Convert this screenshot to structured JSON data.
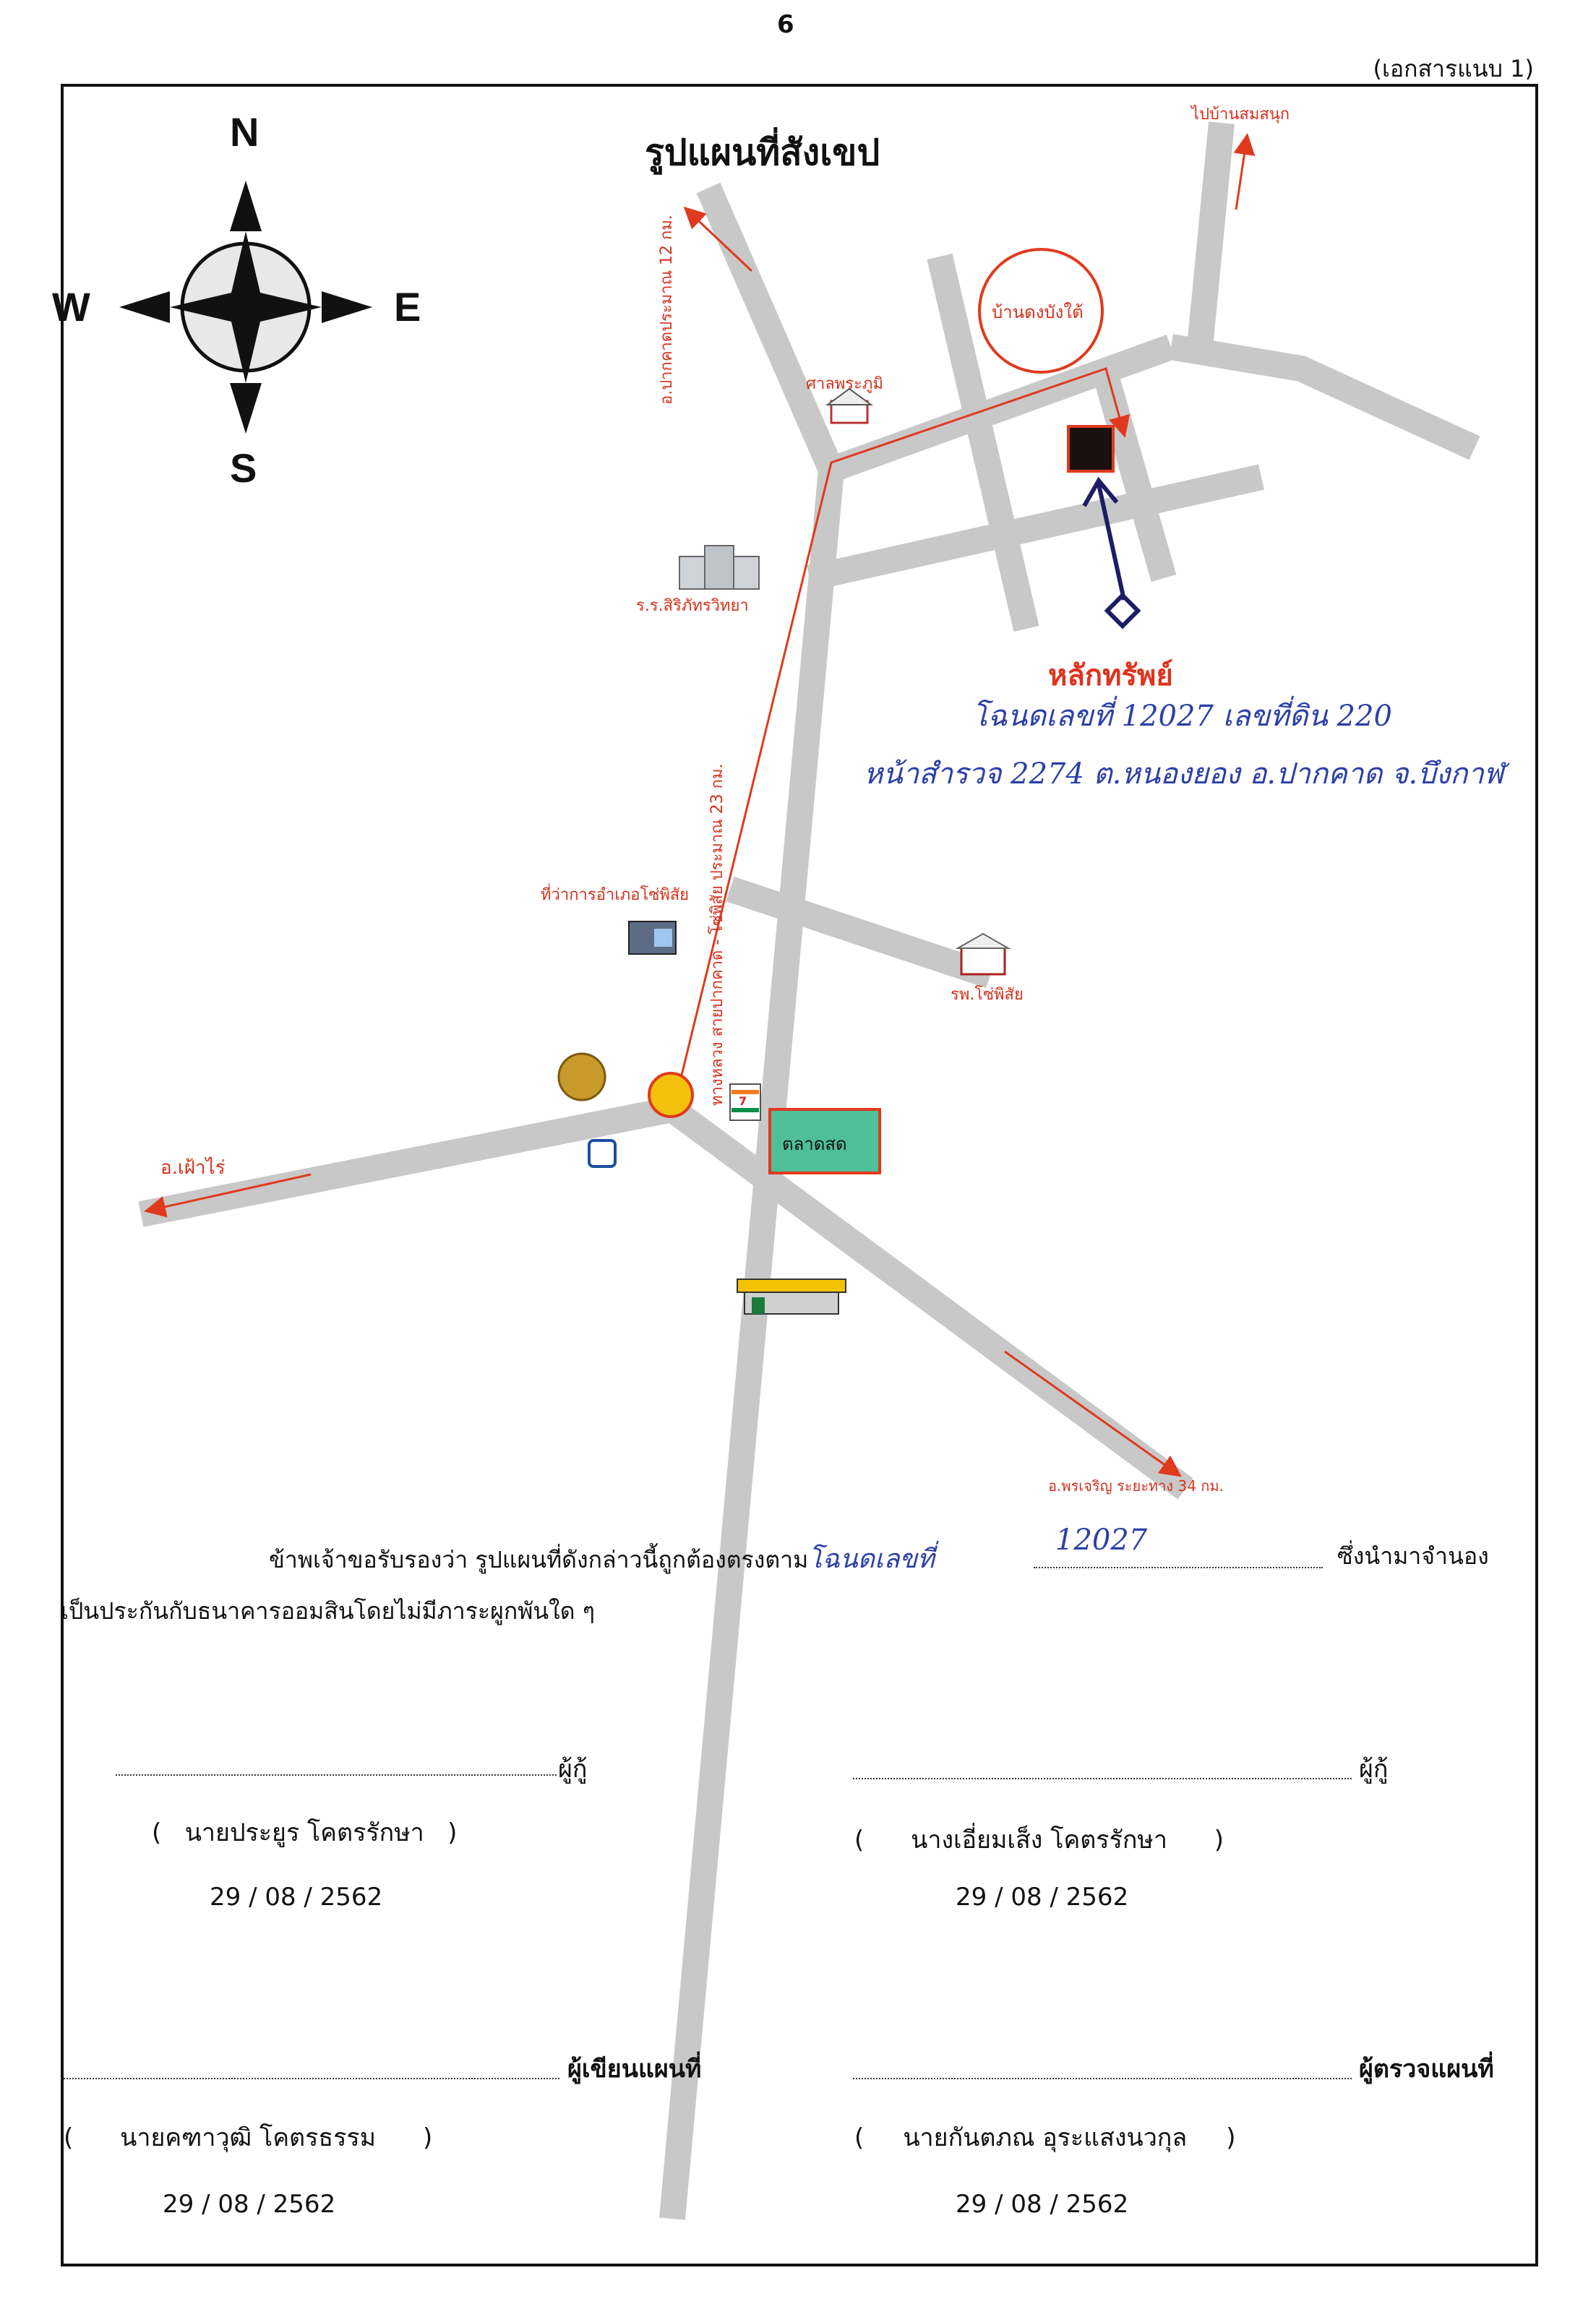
{
  "header": {
    "page_number": "6",
    "attachment": "(เอกสารแนบ 1)"
  },
  "title": "รูปแผนที่สังเขป",
  "compass": {
    "n": "N",
    "s": "S",
    "e": "E",
    "w": "W"
  },
  "labels": {
    "road_left": "อ.ปากคาดประมาณ 12 กม.",
    "to_ban_somsanuk": "ไปบ้านสมสนุก",
    "ban_dong_bang_tai": "บ้านดงบังใต้",
    "shrine": "ศาลพระภูมิ",
    "school": "ร.ร.สิริภัทรวิทยา",
    "district_office": "ที่ว่าการอำเภอโซ่พิสัย",
    "main_road": "ทางหลวง สายปากคาด - โซ่พิสัย  ประมาณ 23 กม.",
    "hospital": "รพ.โซ่พิสัย",
    "market": "ตลาดสด",
    "seven_eleven": "7",
    "fao_rai": "อ.เฝ้าไร่",
    "phon_charoen": "อ.พรเจริญ ระยะทาง 34 กม."
  },
  "asset": {
    "title": "หลักทรัพย์",
    "deed_line": "โฉนดเลขที่ 12027 เลขที่ดิน 220",
    "survey_line": "หน้าสำรวจ 2274 ต.หนองยอง อ.ปากคาด จ.บึงกาฬ"
  },
  "certification": {
    "text": "ข้าพเจ้าขอรับรองว่า รูปแผนที่ดังกล่าวนี้ถูกต้องตรงตาม",
    "handwritten": "โฉนดเลขที่",
    "deed_number": "12027",
    "suffix": "ซึ่งนำมาจำนอง",
    "line2": "เป็นประกันกับธนาคารออมสินโดยไม่มีภาระผูกพันใด ๆ"
  },
  "signatures": [
    {
      "role": "ผู้กู้",
      "name": "นายประยูร  โคตรรักษา",
      "date": "29  /  08  /  2562"
    },
    {
      "role": "ผู้กู้",
      "name": "นางเอี่ยมเส็ง  โคตรรักษา",
      "date": "29  /  08  /  2562"
    },
    {
      "role": "ผู้เขียนแผนที่",
      "name": "นายคฑาวุฒิ  โคตรธรรม",
      "date": "29 /  08  /  2562"
    },
    {
      "role": "ผู้ตรวจแผนที่",
      "name": "นายกันตภณ  อุระแสงนวกุล",
      "date": "29 /  08  /  2562"
    }
  ],
  "colors": {
    "road": "#c8c8c8",
    "route": "#e03a1e",
    "asset_pin": "#1d1d66",
    "market_fill": "#4fbf99"
  }
}
